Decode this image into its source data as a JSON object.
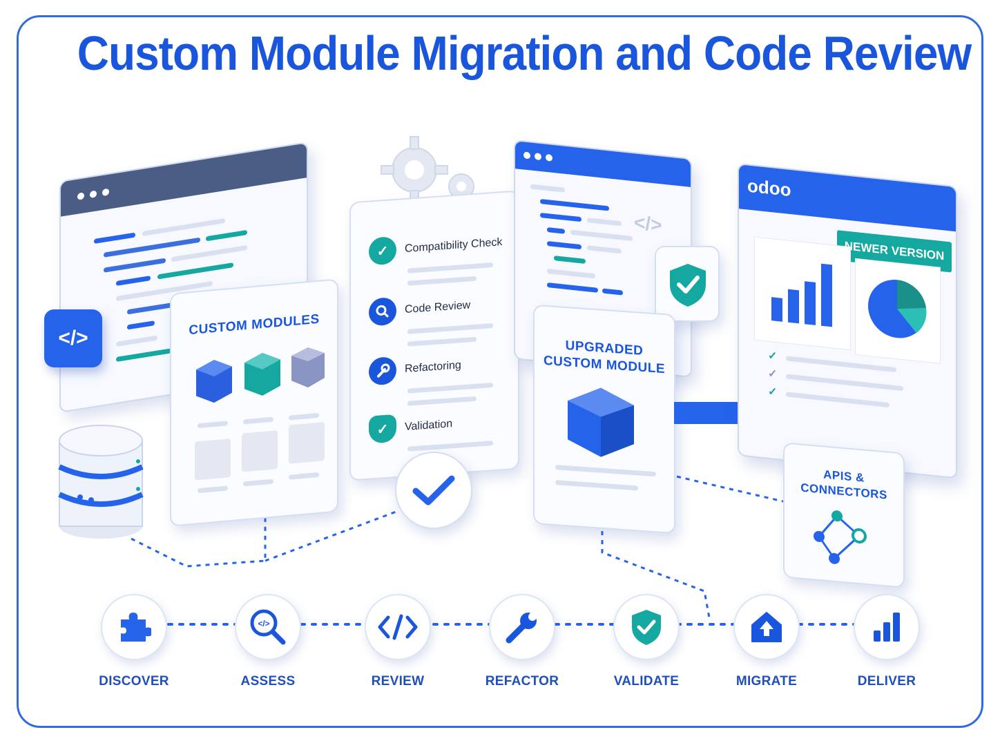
{
  "title": "Custom Module Migration and Code Review",
  "left_window": {
    "badge": "</>"
  },
  "modules_card": {
    "title": "CUSTOM MODULES"
  },
  "checklist": {
    "items": [
      {
        "label": "Compatibility Check",
        "icon": "check-circle-icon",
        "color": "#14a8a0"
      },
      {
        "label": "Code Review",
        "icon": "search-icon",
        "color": "#1a56db"
      },
      {
        "label": "Refactoring",
        "icon": "wrench-icon",
        "color": "#1a56db"
      },
      {
        "label": "Validation",
        "icon": "shield-check-icon",
        "color": "#14a8a0"
      }
    ]
  },
  "mid_window": {
    "code_glyph": "</>"
  },
  "upgraded_card": {
    "title_line1": "UPGRADED",
    "title_line2": "CUSTOM MODULE"
  },
  "odoo_window": {
    "logo": "odoo",
    "badge": "NEWER VERSION"
  },
  "apis_card": {
    "title_line1": "APIS &",
    "title_line2": "CONNECTORS"
  },
  "steps": [
    {
      "label": "DISCOVER",
      "icon": "puzzle-icon"
    },
    {
      "label": "ASSESS",
      "icon": "magnify-code-icon"
    },
    {
      "label": "REVIEW",
      "icon": "code-icon"
    },
    {
      "label": "REFACTOR",
      "icon": "wrench-icon"
    },
    {
      "label": "VALIDATE",
      "icon": "shield-check-icon"
    },
    {
      "label": "MIGRATE",
      "icon": "home-upload-icon"
    },
    {
      "label": "DELIVER",
      "icon": "bar-chart-icon"
    }
  ],
  "colors": {
    "primary": "#1a56db",
    "accent": "#14a8a0",
    "dark": "#4a5d85"
  }
}
